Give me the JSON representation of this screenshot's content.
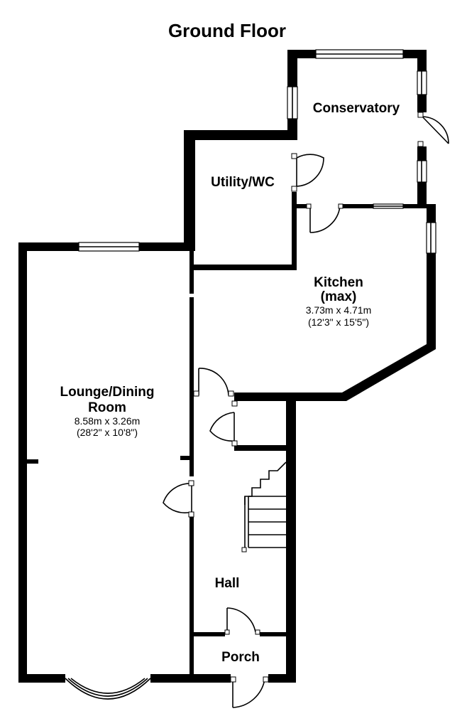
{
  "title": "Ground Floor",
  "rooms": {
    "conservatory": {
      "name": "Conservatory"
    },
    "utility": {
      "name": "Utility/WC"
    },
    "kitchen": {
      "name_line1": "Kitchen",
      "name_line2": "(max)",
      "metric": "3.73m  x  4.71m",
      "imperial": "(12'3\"  x  15'5\")"
    },
    "lounge": {
      "name_line1": "Lounge/Dining",
      "name_line2": "Room",
      "metric": "8.58m  x  3.26m",
      "imperial": "(28'2\"  x  10'8\")"
    },
    "hall": {
      "name": "Hall"
    },
    "porch": {
      "name": "Porch"
    }
  }
}
